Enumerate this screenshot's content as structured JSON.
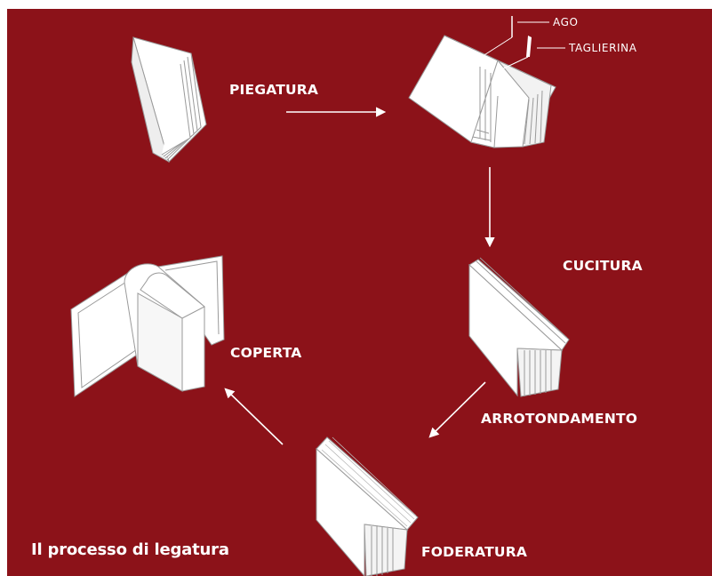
{
  "steps": {
    "piegatura": "PIEGATURA",
    "cucitura": "CUCITURA",
    "arrotondamento": "ARROTONDAMENTO",
    "foderatura": "FODERATURA",
    "coperta": "COPERTA"
  },
  "callouts": {
    "ago": "AGO",
    "taglierina": "TAGLIERINA"
  },
  "caption": "Il processo di legatura",
  "colors": {
    "background": "#8c1219",
    "ink": "#ffffff"
  }
}
